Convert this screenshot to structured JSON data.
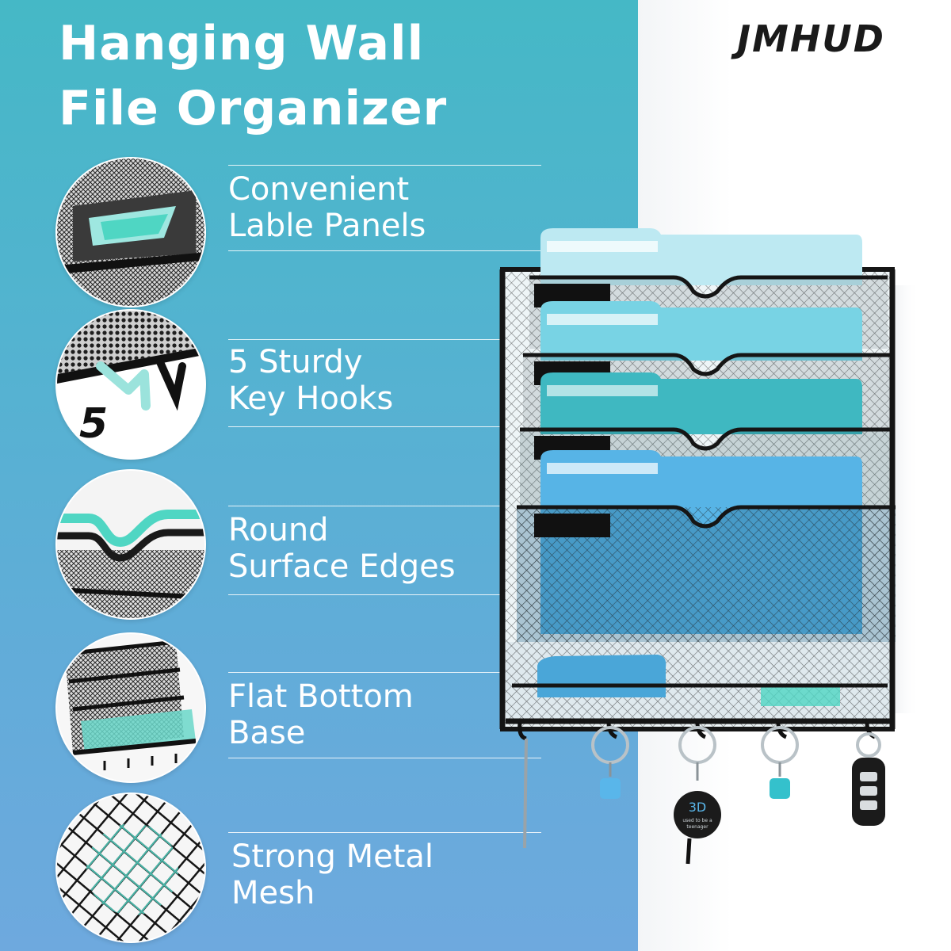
{
  "heading": {
    "line1": "Hanging Wall",
    "line2": "File Organizer"
  },
  "brand": "JMHUD",
  "features": [
    {
      "line1": "Convenient",
      "line2": "Lable Panels",
      "icon": "label-panel-icon"
    },
    {
      "line1": "5 Sturdy",
      "line2": "Key Hooks",
      "icon": "key-hook-icon",
      "badge": "5"
    },
    {
      "line1": "Round",
      "line2": "Surface Edges",
      "icon": "round-edge-icon"
    },
    {
      "line1": "Flat Bottom",
      "line2": "Base",
      "icon": "flat-base-icon"
    },
    {
      "line1": "Strong Metal",
      "line2": "Mesh",
      "icon": "metal-mesh-icon"
    }
  ],
  "keychain_tag": {
    "line1": "3D",
    "line2": "used to be a",
    "line3": "teenager"
  },
  "colors": {
    "panel_top": "#45b8c6",
    "panel_bottom": "#6ea9de",
    "folder_light": "#bde9f2",
    "folder_aqua": "#78d3e4",
    "folder_teal": "#3fb8c1",
    "folder_blue": "#57b4e6",
    "mesh": "#1c1c1c",
    "accent_mint": "#4fd6c3"
  }
}
